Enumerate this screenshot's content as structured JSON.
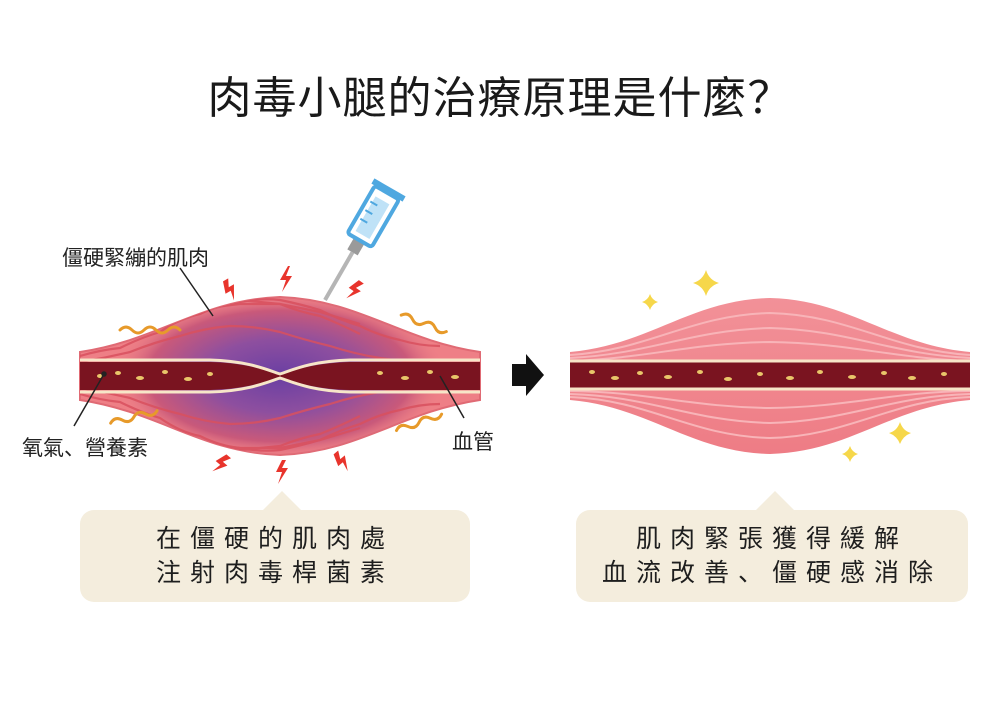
{
  "title": "肉毒小腿的治療原理是什麼？",
  "left_panel": {
    "label_muscle": "僵硬緊繃的肌肉",
    "label_nutrients": "氧氣、營養素",
    "label_vessel": "血管",
    "caption_line1": "在僵硬的肌肉處",
    "caption_line2": "注射肉毒桿菌素"
  },
  "right_panel": {
    "caption_line1": "肌肉緊張獲得緩解",
    "caption_line2": "血流改善、僵硬感消除"
  },
  "colors": {
    "muscle_pink": "#ee7f86",
    "muscle_dark": "#d9505e",
    "bruise_purple": "#7a4aa8",
    "vessel_dark": "#7a1420",
    "vessel_light": "#f7e6c8",
    "caption_bg": "#f4eddd",
    "spark_red": "#e8342c",
    "wave_orange": "#e79a2a",
    "star_yellow": "#f6d74a"
  },
  "icons": [
    "syringe-icon",
    "lightning-icon",
    "wave-icon",
    "sparkle-icon",
    "arrow-right-icon"
  ]
}
